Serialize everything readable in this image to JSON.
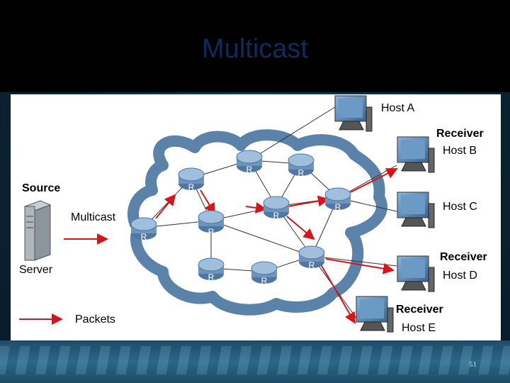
{
  "slide": {
    "title": "Multicast",
    "page_number": "51"
  },
  "diagram": {
    "source_label": "Source",
    "server_label": "Server",
    "multicast_label": "Multicast",
    "packets_label": "Packets",
    "router_label": "R",
    "receiver_label": "Receiver",
    "hosts": {
      "a": "Host A",
      "b": "Host B",
      "c": "Host C",
      "d": "Host D",
      "e": "Host E"
    },
    "colors": {
      "cloud": "#5b82a8",
      "router": "#6f93bb",
      "packet_arrow": "#d8141a",
      "link": "#333333"
    }
  }
}
